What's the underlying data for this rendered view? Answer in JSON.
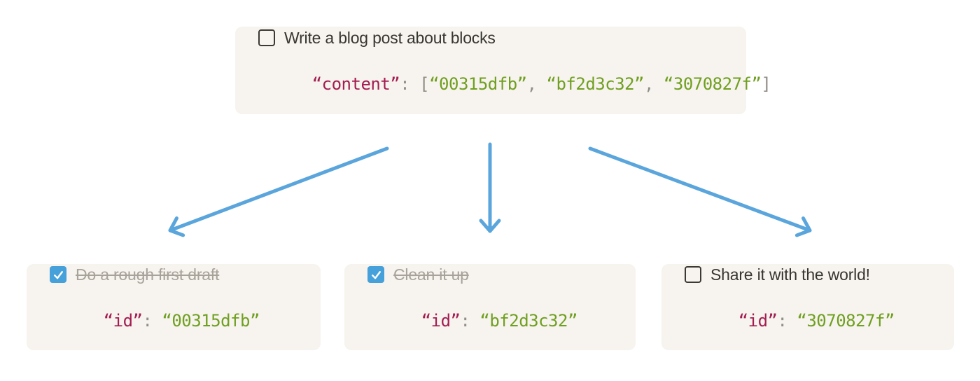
{
  "colors": {
    "page-bg": "#ffffff",
    "card-bg": "#f7f3ee",
    "text-dark": "#37352f",
    "text-muted": "#a7a39a",
    "code-key": "#a31d51",
    "code-string": "#6f9f20",
    "code-punct": "#918e87",
    "checkbox-blue": "#46a0d9",
    "checkbox-border": "#3b3934",
    "arrow-blue": "#5aa5dc"
  },
  "parent": {
    "todo": {
      "checked": false,
      "label": "Write a blog post about blocks"
    },
    "code": {
      "segments": [
        {
          "text": "“content”"
        },
        {
          "text": ": "
        },
        {
          "text": "["
        },
        {
          "text": "“00315dfb”"
        },
        {
          "text": ", "
        },
        {
          "text": "“bf2d3c32”"
        },
        {
          "text": ", "
        },
        {
          "text": "“3070827f”"
        },
        {
          "text": "]"
        }
      ]
    }
  },
  "children": [
    {
      "todo": {
        "checked": true,
        "label": "Do a rough first draft"
      },
      "code": {
        "segments": [
          {
            "text": "“id”"
          },
          {
            "text": ": "
          },
          {
            "text": "“00315dfb”"
          }
        ]
      }
    },
    {
      "todo": {
        "checked": true,
        "label": "Clean it up"
      },
      "code": {
        "segments": [
          {
            "text": "“id”"
          },
          {
            "text": ": "
          },
          {
            "text": "“bf2d3c32”"
          }
        ]
      }
    },
    {
      "todo": {
        "checked": false,
        "label": "Share it with the world!"
      },
      "code": {
        "segments": [
          {
            "text": "“id”"
          },
          {
            "text": ": "
          },
          {
            "text": "“3070827f”"
          }
        ]
      }
    }
  ]
}
